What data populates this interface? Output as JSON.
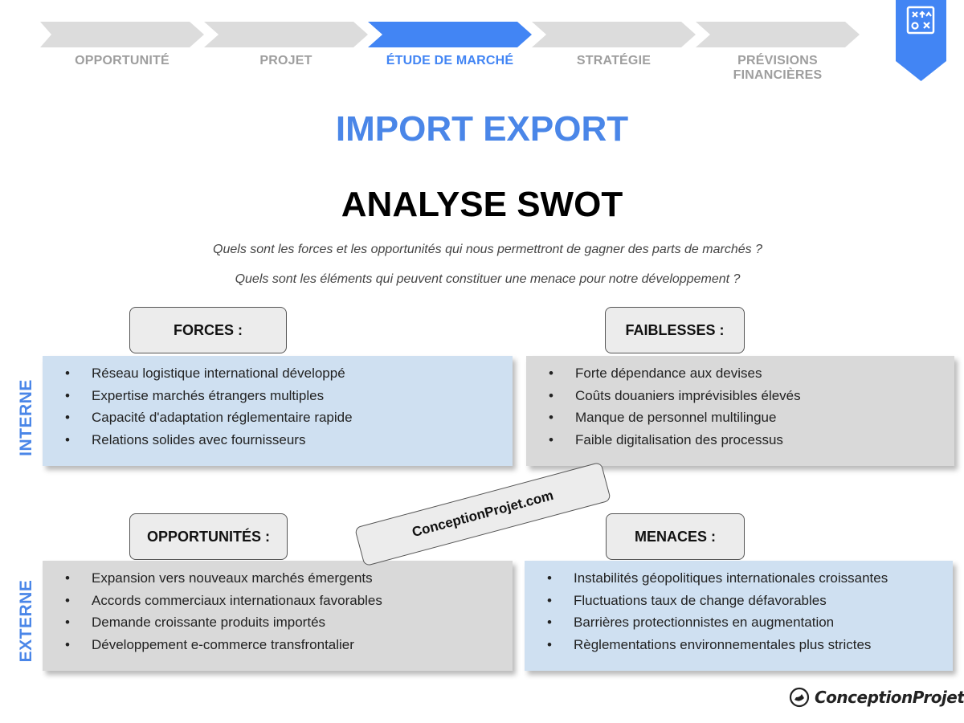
{
  "steps": [
    {
      "label": "OPPORTUNITÉ",
      "active": false
    },
    {
      "label": "PROJET",
      "active": false
    },
    {
      "label": "ÉTUDE DE MARCHÉ",
      "active": true
    },
    {
      "label": "STRATÉGIE",
      "active": false
    },
    {
      "label": "PRÉVISIONS FINANCIÈRES",
      "active": false
    }
  ],
  "bookmark_icon": "strategy-board-icon",
  "title": "IMPORT EXPORT",
  "subtitle": "ANALYSE SWOT",
  "questions": [
    "Quels sont les forces et les opportunités qui nous permettront de gagner des parts de marchés ?",
    "Quels sont les éléments qui peuvent constituer une menace pour notre développement ?"
  ],
  "side_labels": {
    "internal": "INTERNE",
    "external": "EXTERNE"
  },
  "swot": {
    "forces": {
      "title": "FORCES :",
      "items": [
        "Réseau logistique international développé",
        "Expertise marchés étrangers multiples",
        "Capacité d'adaptation réglementaire rapide",
        "Relations solides avec fournisseurs"
      ]
    },
    "faiblesses": {
      "title": "FAIBLESSES :",
      "items": [
        "Forte dépendance aux devises",
        "Coûts douaniers imprévisibles élevés",
        "Manque de personnel multilingue",
        "Faible digitalisation des processus"
      ]
    },
    "opportunites": {
      "title": "OPPORTUNITÉS :",
      "items": [
        "Expansion vers nouveaux marchés émergents",
        "Accords commerciaux internationaux favorables",
        "Demande croissante produits importés",
        "Développement e-commerce transfrontalier"
      ]
    },
    "menaces": {
      "title": "MENACES :",
      "items": [
        "Instabilités géopolitiques internationales croissantes",
        "Fluctuations taux de change défavorables",
        "Barrières protectionnistes en augmentation",
        "Règlementations environnementales plus strictes"
      ]
    }
  },
  "watermark": "ConceptionProjet.com",
  "logo": "ConceptionProjet",
  "colors": {
    "accent": "#4285f4",
    "box_blue": "#cfe0f1",
    "box_gray": "#d9d9d9",
    "step_gray": "#dcdcdc"
  }
}
